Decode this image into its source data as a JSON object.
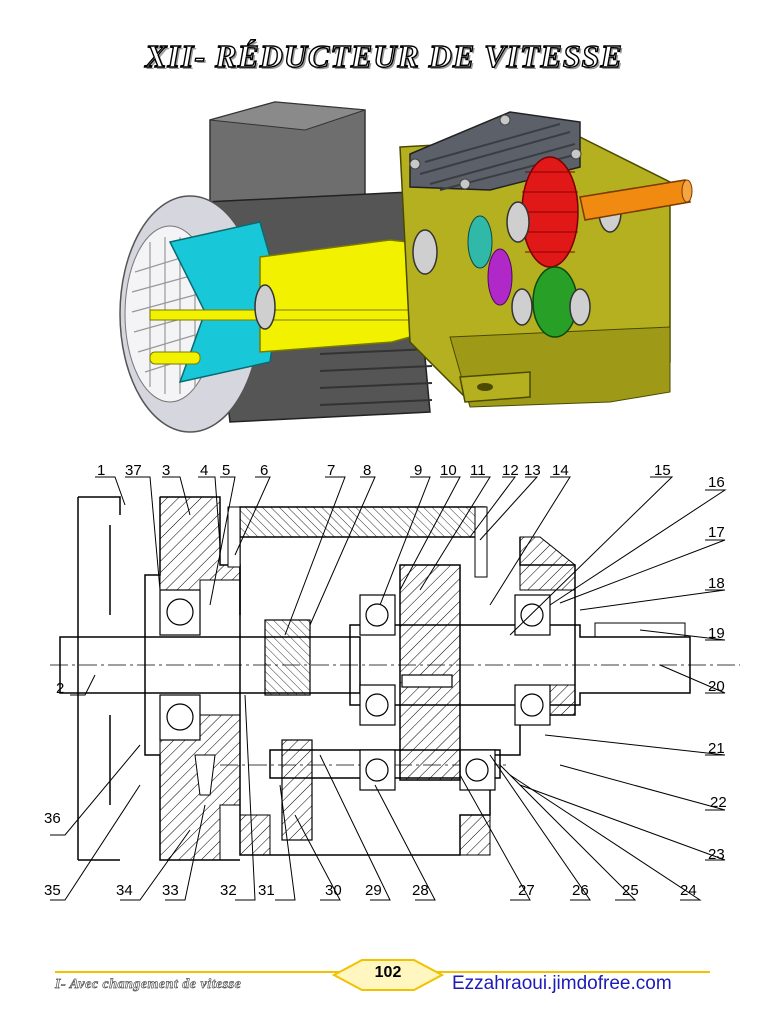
{
  "page": {
    "title": "XII- RÉDUCTEUR DE VITESSE",
    "footer_left": "I- Avec changement de vitesse",
    "page_number": "102",
    "footer_right": "Ezzahraoui.jimdofree.com"
  },
  "colors": {
    "accent_yellow": "#f2c200",
    "link_blue": "#1d1ab8",
    "housing": "#b5b020",
    "rotor": "#f2f200",
    "gear_red": "#e01818",
    "shaft_orange": "#f08a10",
    "fan_cyan": "#18c8d8"
  },
  "drawing": {
    "labels": [
      "1",
      "37",
      "3",
      "4",
      "5",
      "6",
      "7",
      "8",
      "9",
      "10",
      "11",
      "12",
      "13",
      "14",
      "15",
      "16",
      "17",
      "18",
      "19",
      "20",
      "2",
      "21",
      "22",
      "23",
      "36",
      "24",
      "35",
      "34",
      "33",
      "32",
      "31",
      "30",
      "29",
      "28",
      "27",
      "26",
      "25"
    ]
  }
}
